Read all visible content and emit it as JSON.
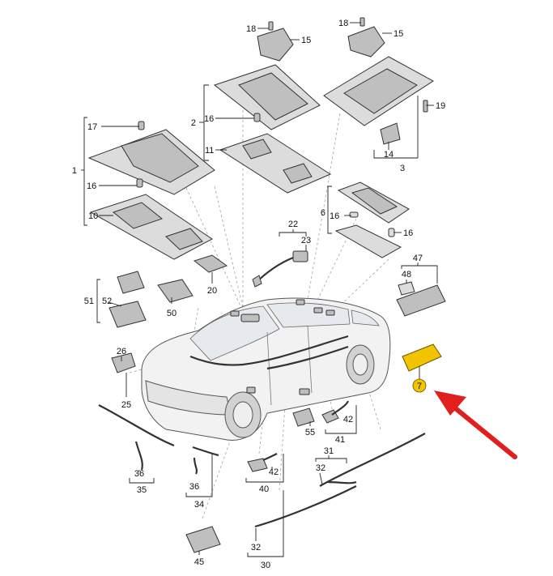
{
  "diagram": {
    "colors": {
      "highlight": "#f2c400",
      "arrow": "#e0201e",
      "line": "#222222",
      "part": "#dcdcdc"
    },
    "labels": {
      "l1": "1",
      "l2": "2",
      "l3": "3",
      "l6": "6",
      "l7": "7",
      "l10": "10",
      "l11": "11",
      "l14": "14",
      "l15a": "15",
      "l15b": "15",
      "l16a": "16",
      "l16b": "16",
      "l16c": "16",
      "l16d": "16",
      "l17": "17",
      "l18a": "18",
      "l18b": "18",
      "l19": "19",
      "l20": "20",
      "l22": "22",
      "l23": "23",
      "l25": "25",
      "l26": "26",
      "l30": "30",
      "l31": "31",
      "l32a": "32",
      "l32b": "32",
      "l34": "34",
      "l35": "35",
      "l36a": "36",
      "l36b": "36",
      "l40": "40",
      "l41": "41",
      "l42a": "42",
      "l42b": "42",
      "l45": "45",
      "l47": "47",
      "l48": "48",
      "l50": "50",
      "l51": "51",
      "l52": "52",
      "l55": "55"
    }
  }
}
